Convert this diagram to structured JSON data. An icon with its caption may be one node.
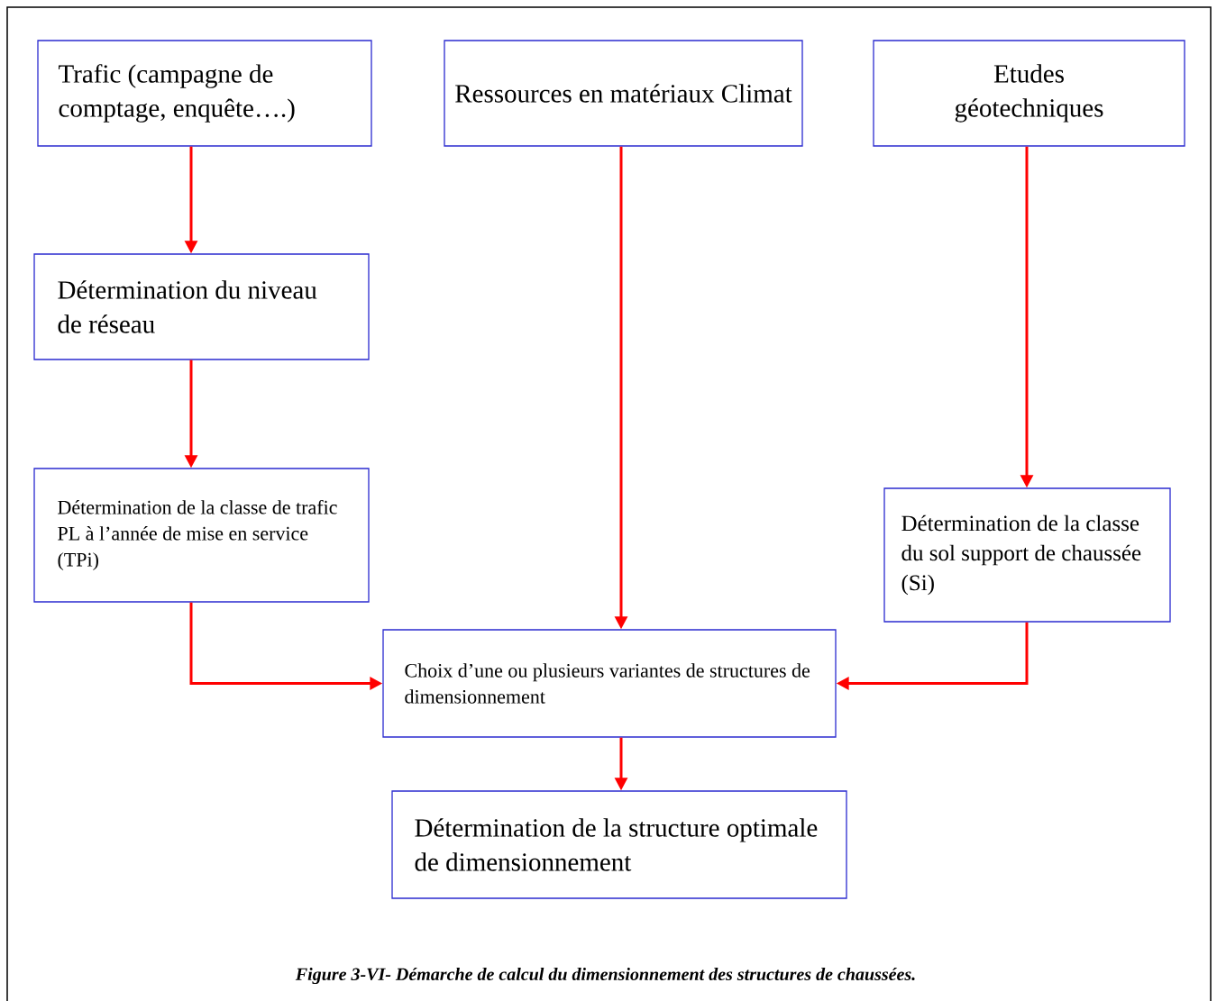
{
  "diagram": {
    "caption": "Figure 3-VI- Démarche de calcul du dimensionnement des structures de chaussées.",
    "nodes": [
      {
        "text": [
          "Trafic (campagne de comptage, enquête….)"
        ]
      },
      {
        "text": [
          "Ressources en matériaux Climat"
        ]
      },
      {
        "text": [
          "Etudes géotechniques"
        ]
      },
      {
        "text": [
          "Détermination du niveau de réseau"
        ]
      },
      {
        "text": [
          "Détermination de la classe de trafic PL à l’année de mise en service (TPi)"
        ]
      },
      {
        "text": [
          "Détermination de la classe du sol support de chaussée (Si)"
        ]
      },
      {
        "text": [
          "Choix d’une ou plusieurs variantes de structures de dimensionnement"
        ]
      },
      {
        "text": [
          "Détermination de la structure optimale de dimensionnement"
        ]
      }
    ],
    "edges": [
      {
        "from": 0,
        "to": 3,
        "arrow": "to"
      },
      {
        "from": 3,
        "to": 4,
        "arrow": "to"
      },
      {
        "from": 1,
        "to": 6,
        "arrow": "to"
      },
      {
        "from": 2,
        "to": 5,
        "arrow": "to"
      },
      {
        "from": 4,
        "to": 6,
        "arrow": "to"
      },
      {
        "from": 5,
        "to": 6,
        "arrow": "to"
      },
      {
        "from": 6,
        "to": 7,
        "arrow": "to"
      }
    ]
  }
}
